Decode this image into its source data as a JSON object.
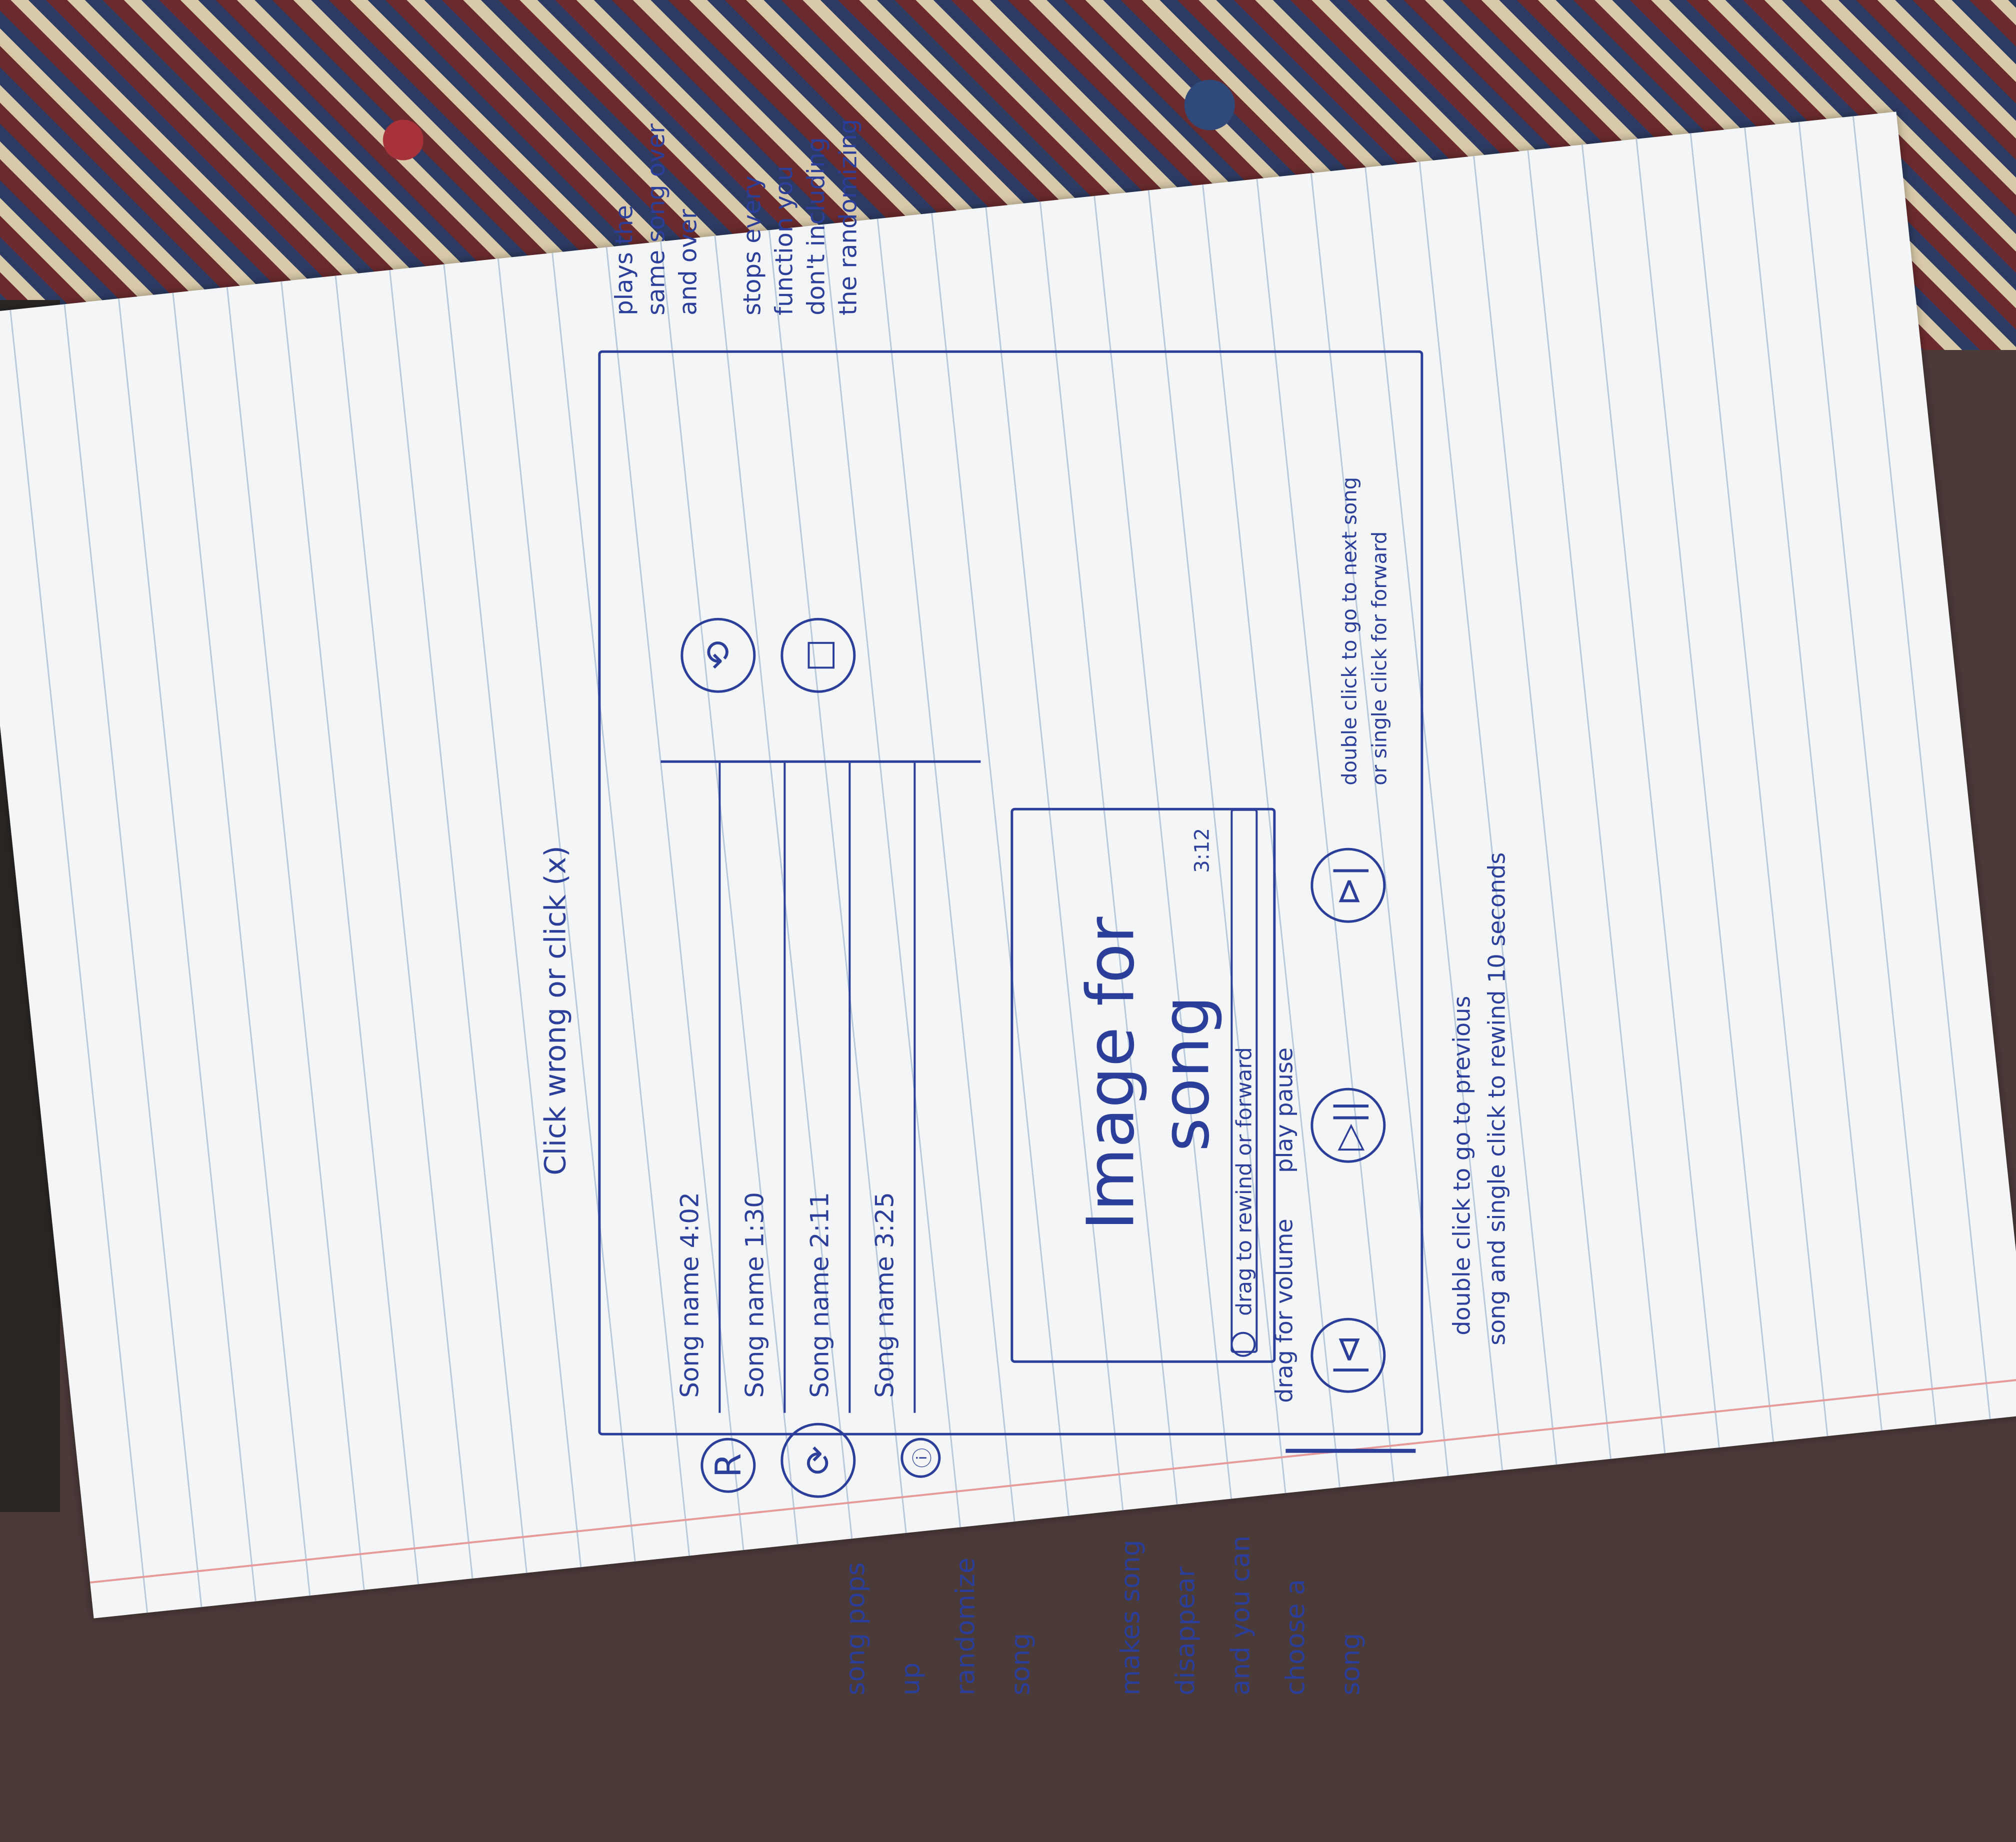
{
  "sketch": {
    "top_note": "Click wrong or click (x)",
    "playlist": [
      {
        "label": "Song name 4:02"
      },
      {
        "label": "Song name 1:30"
      },
      {
        "label": "Song name 2:11"
      },
      {
        "label": "Song name 3:25"
      }
    ],
    "image_text": "Image for\nsong",
    "seek_note": "drag to rewind or forward",
    "time_left": "3:12",
    "play_pause_label": "play pause",
    "volume_label": "drag for volume",
    "controls": {
      "loop_glyph": "⟲",
      "stop_glyph": "□",
      "next_glyph": "⊳|",
      "play_glyph": "▷||",
      "prev_glyph": "|⊲",
      "shuffle_glyph": "⟳",
      "info_glyph": "ⓘ",
      "random_glyph": "R"
    },
    "side_notes": "plays the\nsame song over\nand over\n\nstops every\nfunction you\ndon't including\nthe randomizing",
    "left_notes": "song pops\nup\nrandomize\nsong\n\nmakes song\ndisappear\nand you can\nchoose a\nsong",
    "next_note_1": "double click to go to next song",
    "next_note_2": "or single click for forward",
    "prev_note_1": "double click to go to previous",
    "prev_note_2": "song and single click to rewind 10 seconds"
  },
  "colors": {
    "ink": "#2b3f9a",
    "paper": "#f4f5f6",
    "rule": "#b9c9dc",
    "margin": "#e69a9a"
  }
}
